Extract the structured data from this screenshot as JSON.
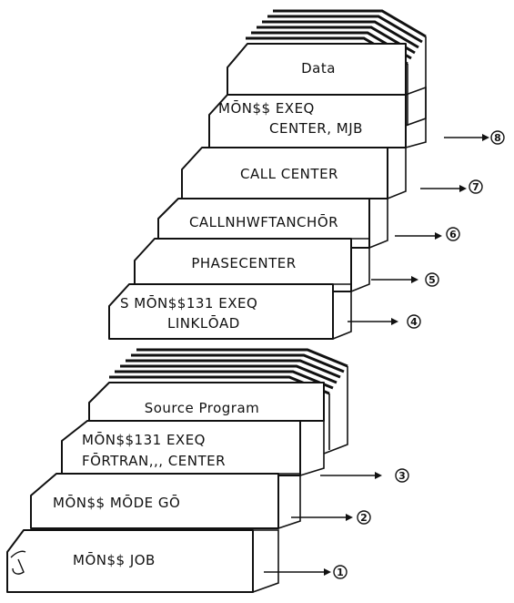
{
  "deck": {
    "data_header": "Data",
    "source_header": "Source Program",
    "cards": {
      "exeq_center": [
        "MŌN$$ EXEQ",
        "CENTER, MJB"
      ],
      "call_center": [
        "CALL  CENTER"
      ],
      "call_nhwf": [
        "CALLNHWFTANCHŌR"
      ],
      "phase_center": [
        "PHASECENTER"
      ],
      "linkload": [
        "S   MŌN$$131 EXEQ",
        "LINKLŌAD"
      ],
      "fortran": [
        "MŌN$$131 EXEQ",
        "FŌRTRAN,,, CENTER"
      ],
      "mode_go": [
        "MŌN$$  MŌDE  GŌ"
      ],
      "job": [
        "MŌN$$  JOB"
      ]
    },
    "markers": {
      "m1": "1",
      "m2": "2",
      "m3": "3",
      "m4": "4",
      "m5": "5",
      "m6": "6",
      "m7": "7",
      "m8": "8"
    }
  }
}
